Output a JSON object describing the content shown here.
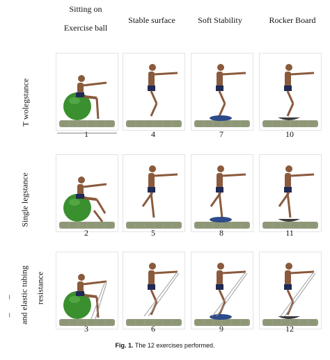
{
  "columns": [
    {
      "line1": "Sitting on",
      "line2": "Exercise ball"
    },
    {
      "line1": "Stable surface",
      "line2": ""
    },
    {
      "line1": "Soft Stability",
      "line2": ""
    },
    {
      "line1": "Rocker Board",
      "line2": ""
    }
  ],
  "rows": [
    {
      "label": "T wolegstance",
      "label2": ""
    },
    {
      "label": "Single legstance",
      "label2": ""
    },
    {
      "label": "and elastic tubing",
      "label2": "resistance",
      "dash": "–"
    }
  ],
  "numbers": [
    "1",
    "4",
    "7",
    "10",
    "2",
    "5",
    "8",
    "11",
    "3",
    "6",
    "9",
    "12"
  ],
  "caption": {
    "prefix": "Fig. 1.",
    "text": " The 12 exercises performed."
  },
  "colors": {
    "ball": "#3a8f2e",
    "skin": "#8a5a3c",
    "shorts": "#1f2a55",
    "ground": "#6f7a55",
    "disc": "#2d4a8a",
    "rocker": "#3b3b3b"
  }
}
